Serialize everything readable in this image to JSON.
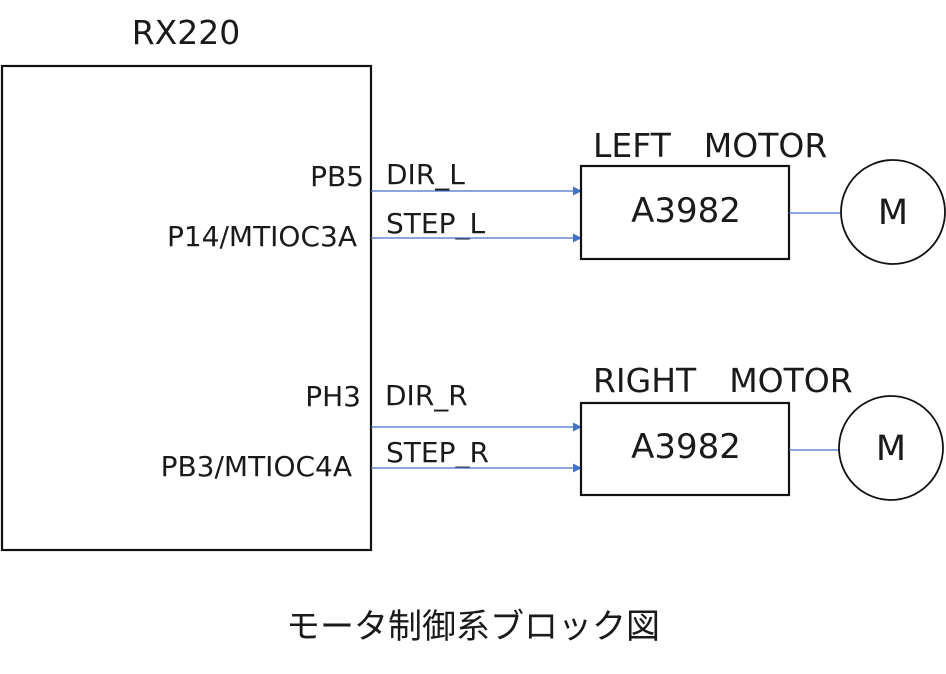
{
  "mcu": {
    "name": "RX220"
  },
  "channels": [
    {
      "heading": "LEFT　MOTOR",
      "driver": "A3982",
      "motor": "M",
      "signals": [
        {
          "pin": "PB5",
          "net": "DIR_L"
        },
        {
          "pin": "P14/MTIOC3A",
          "net": "STEP_L"
        }
      ]
    },
    {
      "heading": "RIGHT　MOTOR",
      "driver": "A3982",
      "motor": "M",
      "signals": [
        {
          "pin": "PH3",
          "net": "DIR_R"
        },
        {
          "pin": "PB3/MTIOC4A",
          "net": "STEP_R"
        }
      ]
    }
  ],
  "caption": "モータ制御系ブロック図",
  "colors": {
    "signal_line": "#4472c4",
    "outline": "#111111"
  }
}
